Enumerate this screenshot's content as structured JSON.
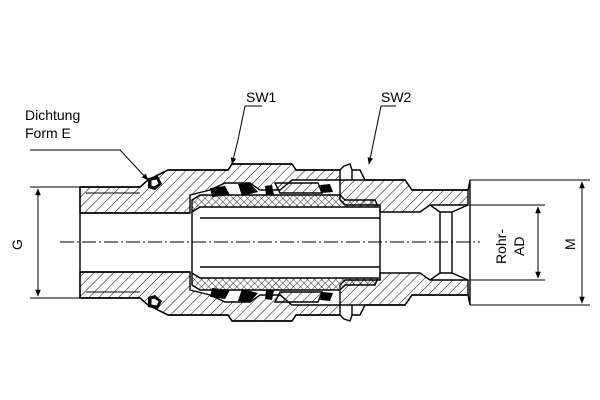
{
  "labels": {
    "seal": [
      "Dichtung",
      "Form E"
    ],
    "sw1": "SW1",
    "sw2": "SW2",
    "g": "G",
    "m": "M",
    "tube_od": [
      "Rohr-",
      "AD"
    ]
  }
}
